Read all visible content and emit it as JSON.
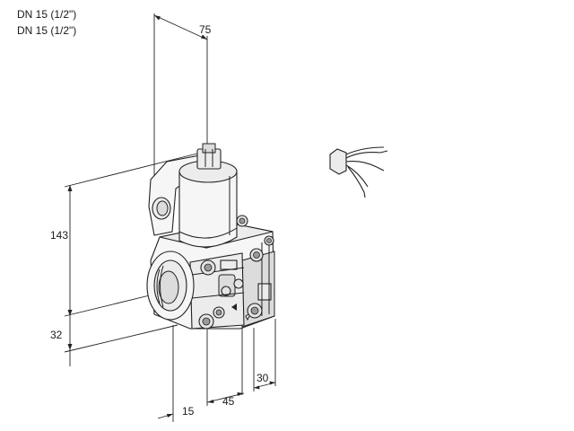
{
  "header": {
    "line1": "DN 15 (1/2\")",
    "line2": "DN 15 (1/2\")"
  },
  "dimensions": {
    "width_top": "75",
    "height_total": "143",
    "height_inlet": "32",
    "depth_front": "15",
    "width_bottom_mid": "45",
    "width_bottom_right": "30"
  },
  "colors": {
    "line": "#222222",
    "body_fill": "#f6f6f6",
    "shade_fill": "#dcdcdc"
  }
}
